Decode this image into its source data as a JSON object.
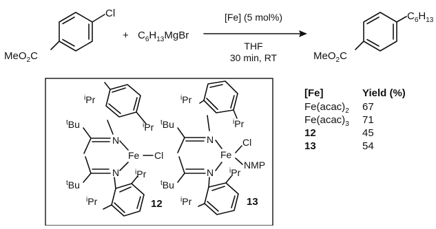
{
  "reaction": {
    "reactant1": {
      "substituent": "Cl",
      "ester": "MeO",
      "ester_sub": "2",
      "ester_tail": "C"
    },
    "plus": "+",
    "reagent": {
      "pre": "C",
      "sub1": "6",
      "mid": "H",
      "sub2": "13",
      "tail": "MgBr"
    },
    "conditions": {
      "catalyst": "[Fe] (5 mol%)",
      "solvent": "THF",
      "time_temp": "30 min, RT"
    },
    "product": {
      "substituent_pre": "C",
      "sub1": "6",
      "mid": "H",
      "sub2": "13",
      "ester": "MeO",
      "ester_sub": "2",
      "ester_tail": "C"
    }
  },
  "complexes": {
    "c12": {
      "number": "12",
      "labels": {
        "fe": "Fe",
        "cl": "Cl",
        "n": "N",
        "tbu_t": "t",
        "tbu": "Bu",
        "ipr_i": "i",
        "ipr": "Pr"
      }
    },
    "c13": {
      "number": "13",
      "labels": {
        "fe": "Fe",
        "cl": "Cl",
        "n": "N",
        "nmp": "NMP",
        "tbu_t": "t",
        "tbu": "Bu",
        "ipr_i": "i",
        "ipr": "Pr"
      }
    }
  },
  "table": {
    "headers": [
      "[Fe]",
      "Yield (%)"
    ],
    "rows": [
      {
        "catalyst": "Fe(acac)",
        "sub": "2",
        "yield": "67",
        "bold": false
      },
      {
        "catalyst": "Fe(acac)",
        "sub": "3",
        "yield": "71",
        "bold": false
      },
      {
        "catalyst": "12",
        "sub": "",
        "yield": "45",
        "bold": true
      },
      {
        "catalyst": "13",
        "sub": "",
        "yield": "54",
        "bold": true
      }
    ]
  }
}
